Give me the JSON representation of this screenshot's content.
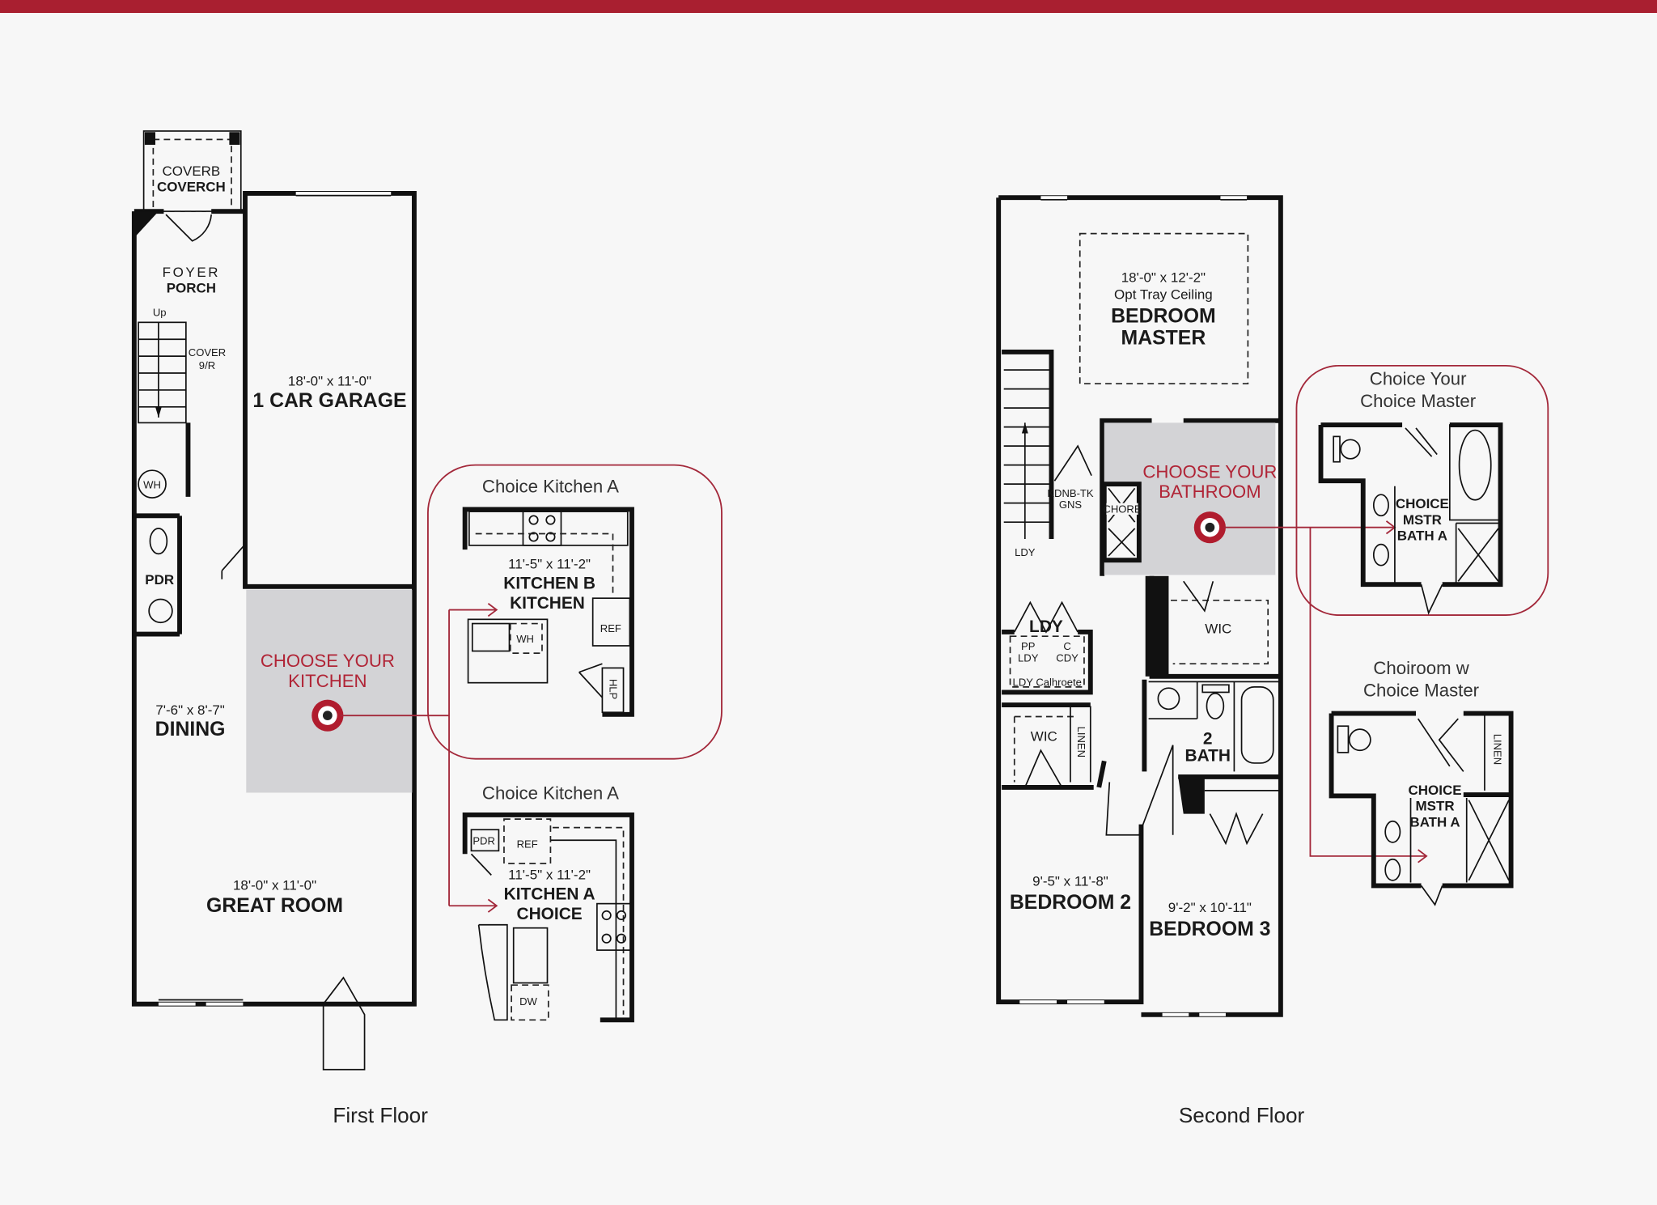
{
  "colors": {
    "accent": "#a91f30",
    "highlight": "#d3d3d6",
    "target": "#b01c2e"
  },
  "first_floor": {
    "caption": "First Floor",
    "porch": [
      "COVERB",
      "COVERCH"
    ],
    "foyer": [
      "FOYER",
      "PORCH"
    ],
    "stair_up": "Up",
    "cover": [
      "COVER",
      "9/R"
    ],
    "wh": "WH",
    "pdr": "PDR",
    "garage": {
      "dim": "18'-0\" x 11'-0\"",
      "name": "1 CAR GARAGE"
    },
    "dining": {
      "dim": "7'-6\" x 8'-7\"",
      "name": "DINING"
    },
    "great_room": {
      "dim": "18'-0\" x 11'-0\"",
      "name": "GREAT ROOM"
    },
    "cta": [
      "CHOOSE YOUR",
      "KITCHEN"
    ],
    "kitchen_b": {
      "title": "Choice Kitchen A",
      "dim": "11'-5\" x 11'-2\"",
      "name": [
        "KITCHEN B",
        "KITCHEN"
      ],
      "wh": "WH",
      "ref": "REF",
      "hlp": "HLP"
    },
    "kitchen_a": {
      "title": "Choice Kitchen A",
      "dim": "11'-5\" x 11'-2\"",
      "name": [
        "KITCHEN A",
        "CHOICE"
      ],
      "pdr": "PDR",
      "ref": "REF",
      "dw": "DW"
    }
  },
  "second_floor": {
    "caption": "Second Floor",
    "master": {
      "dim": "18'-0\" x 12'-2\"",
      "note": "Opt Tray Ceiling",
      "name": [
        "BEDROOM",
        "MASTER"
      ]
    },
    "cta": [
      "CHOOSE YOUR",
      "BATHROOM"
    ],
    "linen": [
      "KDNB-TK",
      "GNS"
    ],
    "chore": "CHORE",
    "ldy_small": "LDY",
    "wic1": "WIC",
    "ldy": {
      "name": "LDY",
      "left": [
        "PP",
        "LDY"
      ],
      "right": [
        "C",
        "CDY"
      ],
      "bottom": "LDY Calhroete"
    },
    "wic2": "WIC",
    "linen2": "LINEN",
    "bath2": [
      "2",
      "BATH"
    ],
    "bedroom2": {
      "dim": "9'-5\" x 11'-8\"",
      "name": "BEDROOM 2"
    },
    "bedroom3": {
      "dim": "9'-2\" x 10'-11\"",
      "name": "BEDROOM 3"
    },
    "choice1": {
      "title": [
        "Choice Your",
        "Choice Master"
      ],
      "name": [
        "CHOICE",
        "MSTR",
        "BATH A"
      ]
    },
    "choice2": {
      "title": [
        "Choiroom w",
        "Choice Master"
      ],
      "name": [
        "CHOICE",
        "MSTR",
        "BATH A"
      ],
      "linen": "LINEN"
    }
  }
}
